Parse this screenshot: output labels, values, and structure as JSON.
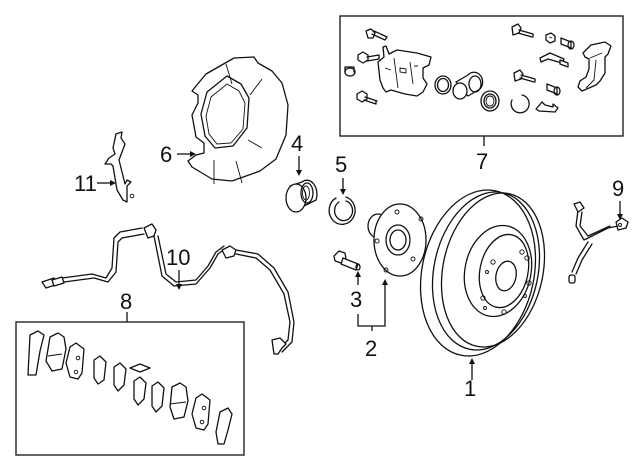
{
  "diagram": {
    "type": "exploded parts diagram",
    "subject": "Front brake assembly",
    "callouts": [
      {
        "id": "1",
        "label": "1",
        "part": "brake-rotor"
      },
      {
        "id": "2",
        "label": "2",
        "part": "hub-and-bolt-group"
      },
      {
        "id": "3",
        "label": "3",
        "part": "hub-bolt"
      },
      {
        "id": "4",
        "label": "4",
        "part": "wheel-bearing"
      },
      {
        "id": "5",
        "label": "5",
        "part": "snap-ring"
      },
      {
        "id": "6",
        "label": "6",
        "part": "splash-shield"
      },
      {
        "id": "7",
        "label": "7",
        "part": "caliper-kit"
      },
      {
        "id": "8",
        "label": "8",
        "part": "brake-pad-set"
      },
      {
        "id": "9",
        "label": "9",
        "part": "brake-hose"
      },
      {
        "id": "10",
        "label": "10",
        "part": "abs-sensor-harness"
      },
      {
        "id": "11",
        "label": "11",
        "part": "bracket"
      }
    ],
    "colors": {
      "line": "#111111",
      "background": "#ffffff",
      "box": "#222222"
    }
  }
}
